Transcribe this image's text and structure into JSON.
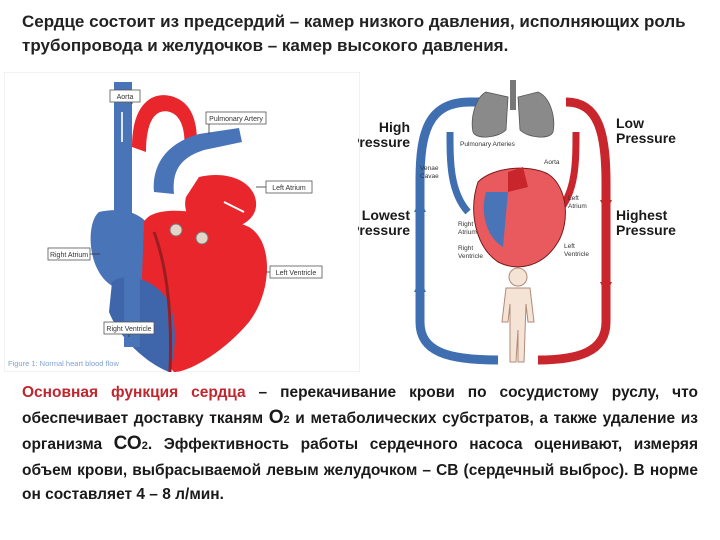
{
  "title": "Сердце состоит из предсердий – камер низкого давления, исполняющих роль трубопровода и желудочков – камер высокого давления.",
  "left_figure": {
    "labels": {
      "aorta": "Aorta",
      "pulmonary_artery": "Pulmonary Artery",
      "left_atrium": "Left Atrium",
      "right_atrium": "Right Atrium",
      "left_ventricle": "Left Ventricle",
      "right_ventricle": "Right Ventricle"
    },
    "caption": "Figure 1: Normal heart blood flow"
  },
  "right_figure": {
    "pressure_labels": {
      "high": [
        "High",
        "Pressure"
      ],
      "low": [
        "Low",
        "Pressure"
      ],
      "lowest": [
        "Lowest",
        "Pressure"
      ],
      "highest": [
        "Highest",
        "Pressure"
      ]
    },
    "labels": {
      "pulmonary_arteries": "Pulmonary Arteries",
      "venae_cavae": [
        "Venae",
        "Cavae"
      ],
      "aorta": "Aorta",
      "left_atrium": [
        "Left",
        "Atrium"
      ],
      "right_atrium": [
        "Right",
        "Atrium"
      ],
      "right_ventricle": [
        "Right",
        "Ventricle"
      ],
      "left_ventricle": [
        "Left",
        "Ventricle"
      ]
    }
  },
  "paragraph": {
    "highlight": "Основная функция сердца",
    "p1": " – перекачивание крови по сосудистому руслу, что обеспечивает доставку тканям ",
    "o2_main": "О",
    "o2_sub": "2",
    "p2": " и метаболических субстратов, а также удаление из организма ",
    "co2_main": "СО",
    "co2_sub": "2",
    "p3": ". Эффективность работы сердечного насоса оценивают, измеряя объем крови, выбрасываемой левым желудочком – СВ (сердечный выброс). В норме он составляет 4 – 8 л/мин."
  },
  "colors": {
    "artery_red": "#e8262c",
    "vein_blue": "#4a74b8",
    "accent_red": "#c0262d"
  }
}
